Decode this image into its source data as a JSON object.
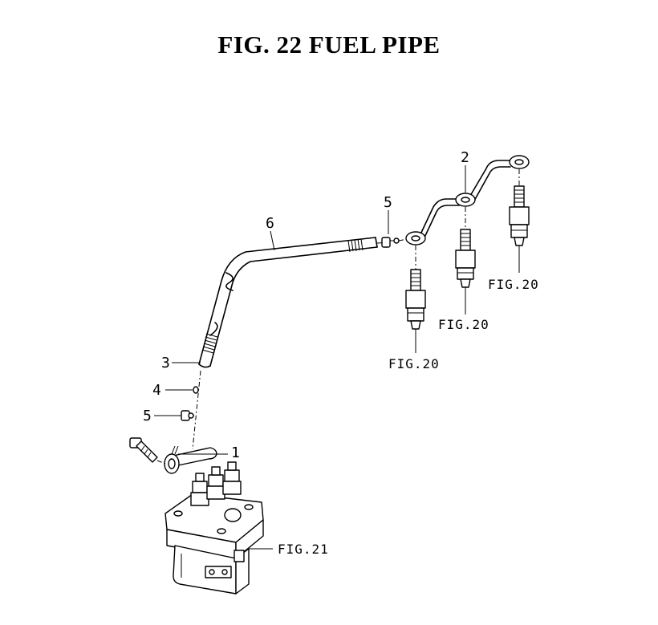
{
  "title": "FIG. 22  FUEL PIPE",
  "callouts": {
    "c1": "1",
    "c2": "2",
    "c3": "3",
    "c4": "4",
    "c5a": "5",
    "c5b": "5",
    "c6": "6"
  },
  "references": {
    "injector_front": "FIG.20",
    "injector_middle": "FIG.20",
    "injector_rear": "FIG.20",
    "pump": "FIG.21"
  }
}
